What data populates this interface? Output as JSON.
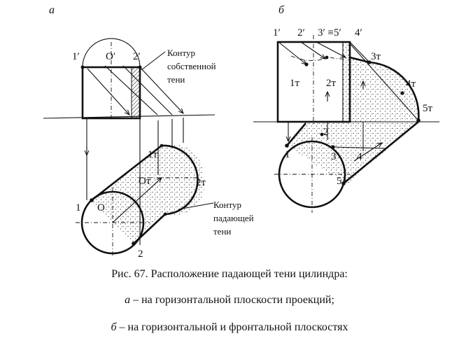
{
  "labels": {
    "part_a": "а",
    "part_b": "б",
    "a": {
      "p1_front": "1′",
      "o_front": "O′",
      "p2_front": "2′",
      "contour_own_1": "Контур",
      "contour_own_2": "собственной",
      "contour_own_3": "тени",
      "p1t": "1т",
      "ot": "Oт",
      "p2t": "2т",
      "p1": "1",
      "o": "O",
      "p2": "2",
      "contour_cast_1": "Контур",
      "contour_cast_2": "падающей",
      "contour_cast_3": "тени"
    },
    "b": {
      "p1_front": "1′",
      "p2_front": "2′",
      "p3_front": "3′ ≡5′",
      "p4_front": "4′",
      "p1t": "1т",
      "p2t": "2т",
      "p3t": "3т",
      "p4t": "4т",
      "p5t": "5т",
      "p1": "1",
      "p2": "2",
      "p3": "3",
      "p4": "4",
      "p5": "5"
    }
  },
  "caption": {
    "line1": "Рис. 67.  Расположение падающей тени цилиндра:",
    "line2_letter": "а",
    "line2_text": " – на горизонтальной плоскости проекций;",
    "line3_letter": "б",
    "line3_text": " – на горизонтальной и фронтальной плоскостях"
  }
}
